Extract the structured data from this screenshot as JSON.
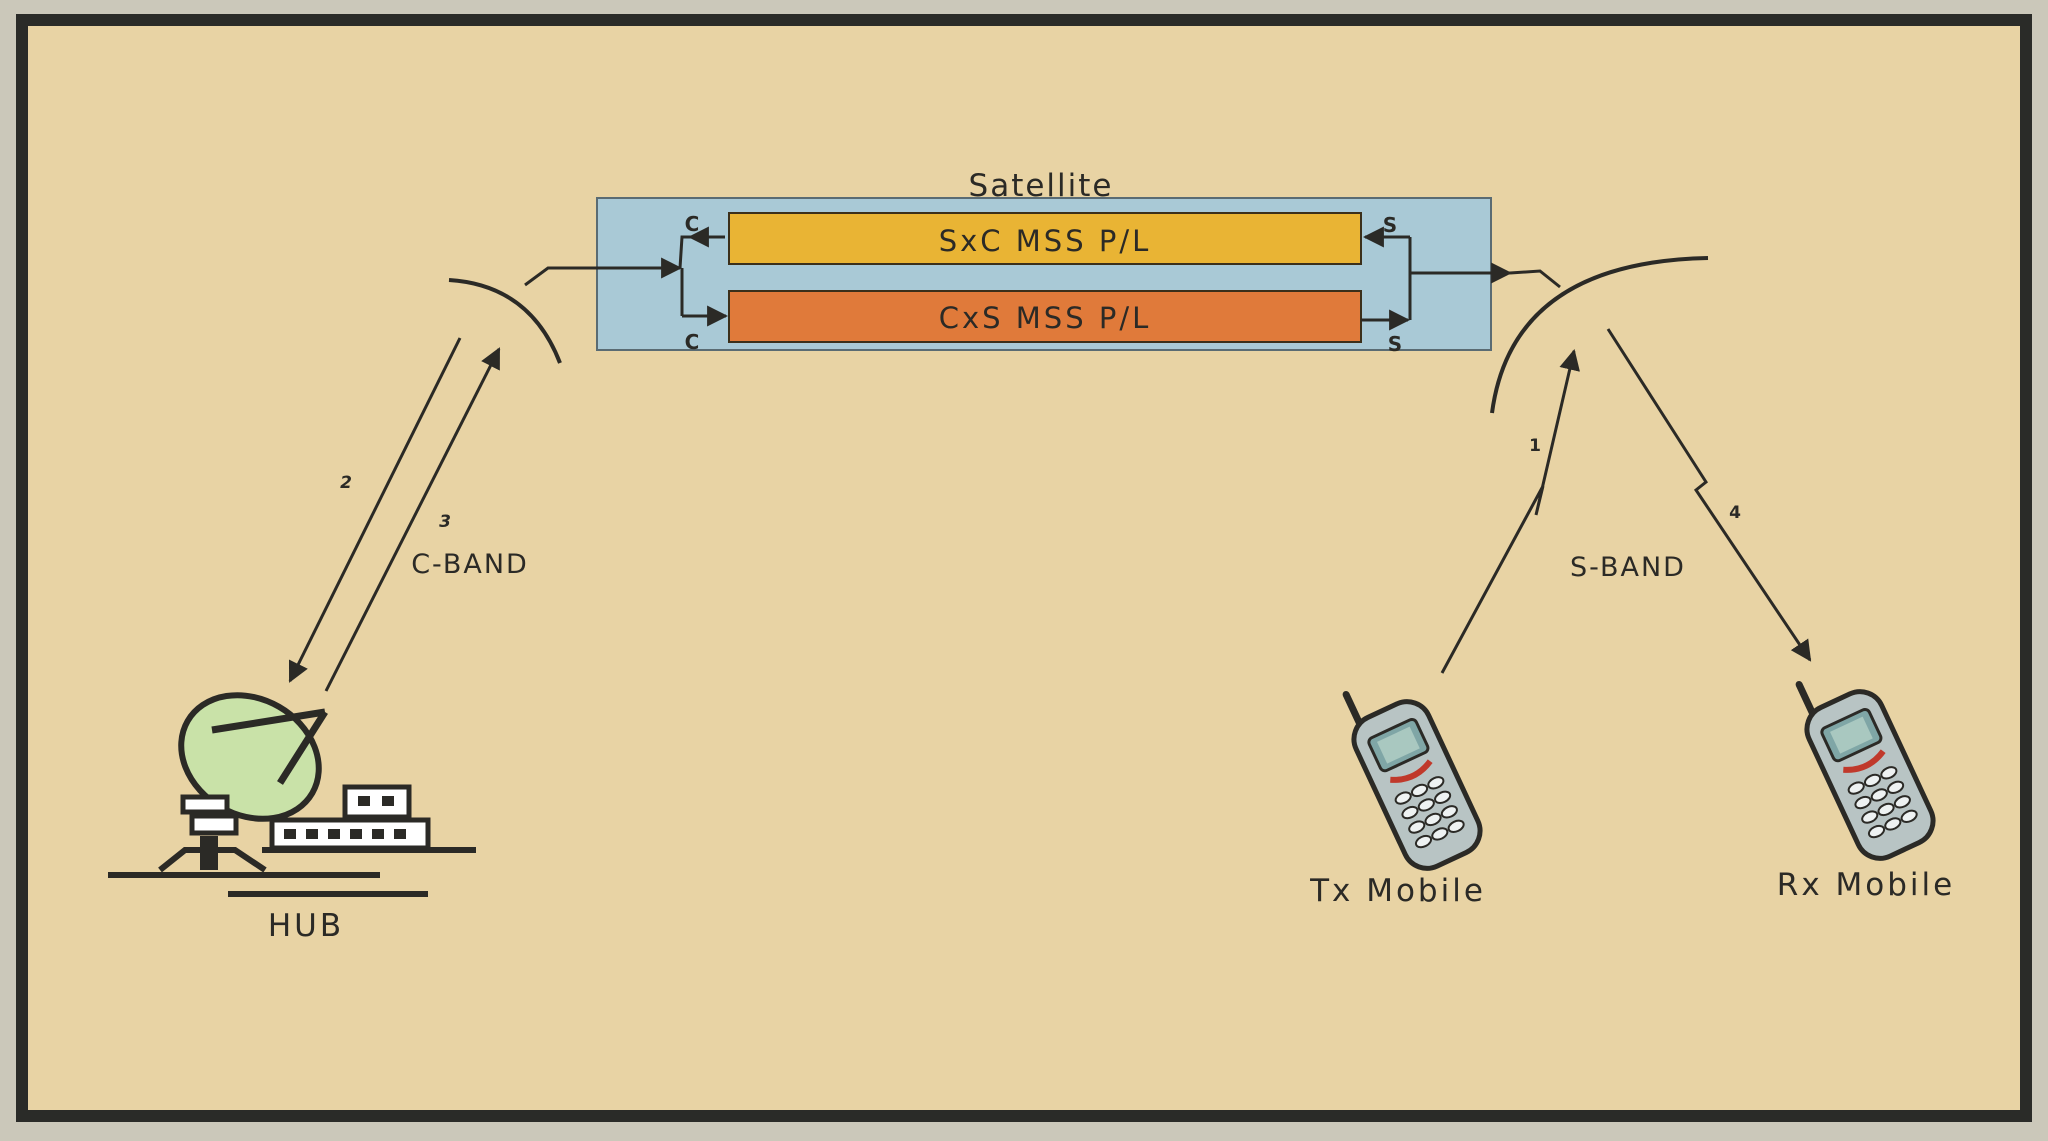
{
  "title": "Satellite",
  "payloads": {
    "top": "SxC MSS P/L",
    "bottom": "CxS MSS P/L"
  },
  "port_labels": {
    "left_top": "C",
    "left_bottom": "C",
    "right_top": "S",
    "right_bottom": "S"
  },
  "bands": {
    "left": "C-BAND",
    "right": "S-BAND"
  },
  "link_numbers": {
    "hub_down": "2",
    "hub_up": "3",
    "tx_up": "1",
    "rx_down": "4"
  },
  "nodes": {
    "hub": "HUB",
    "tx_mobile": "Tx Mobile",
    "rx_mobile": "Rx Mobile"
  },
  "colors": {
    "panel": "#e8d3a4",
    "frame": "#2a2b28",
    "satellite_box": "#a9c9d6",
    "payload_top": "#e9b434",
    "payload_bottom": "#e07a3a",
    "dish": "#c9e2a8"
  }
}
